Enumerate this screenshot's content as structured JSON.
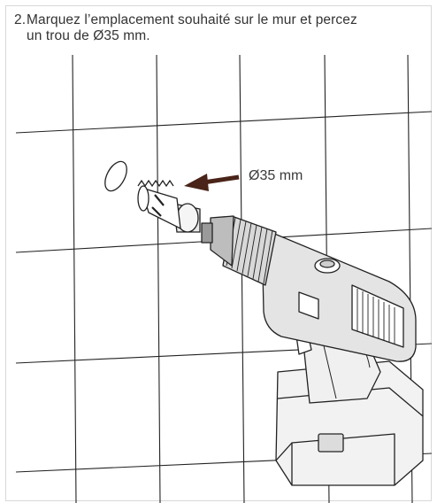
{
  "step": {
    "number": "2.",
    "text_line1": "Marquez l’emplacement souhaité sur le mur et percez",
    "text_line2": "un trou de Ø35 mm."
  },
  "dimension_label": "Ø35 mm",
  "colors": {
    "arrow": "#4a2418",
    "lines": "#222222",
    "border": "#d8d8d8"
  },
  "icons": [
    "hole-icon",
    "hole-saw-icon",
    "cordless-drill-icon",
    "direction-arrow-icon"
  ]
}
